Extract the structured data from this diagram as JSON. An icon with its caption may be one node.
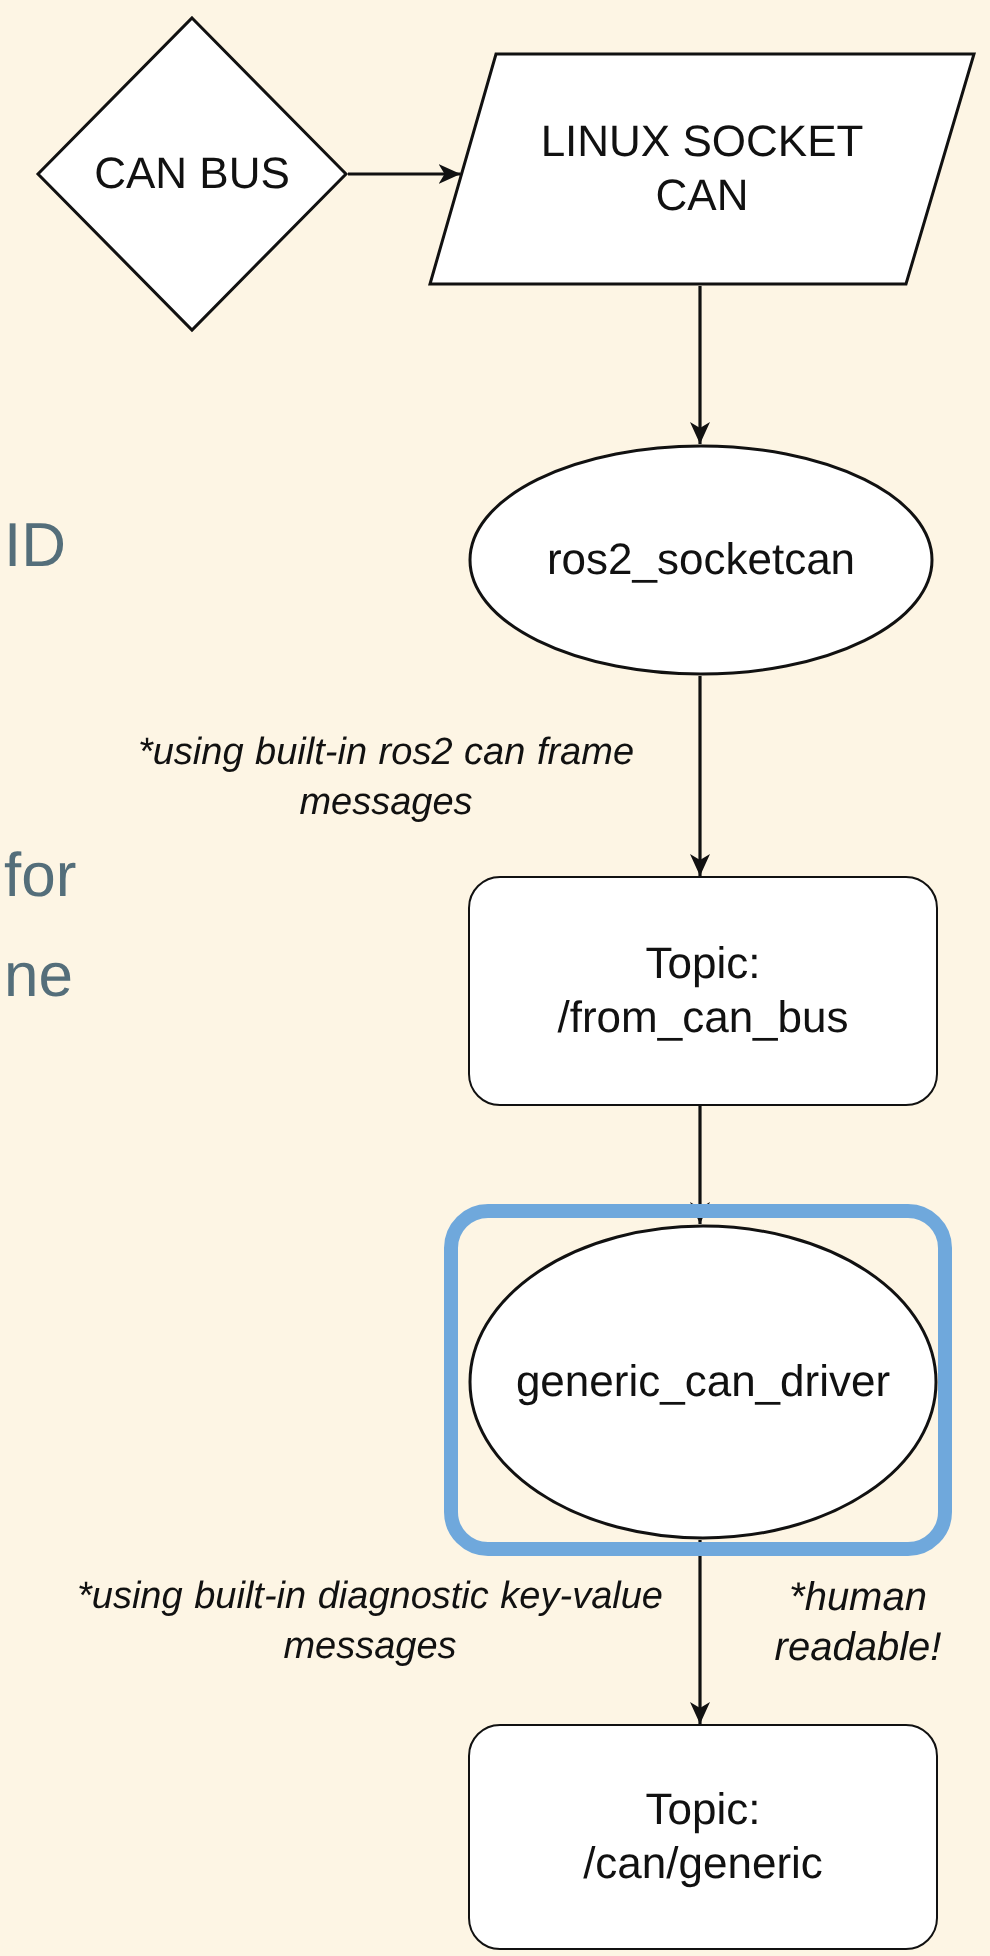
{
  "diagram": {
    "nodes": [
      {
        "text": [
          "CAN BUS"
        ]
      },
      {
        "text": [
          "LINUX SOCKET CAN"
        ]
      },
      {
        "text": [
          "ros2_socketcan"
        ]
      },
      {
        "text": [
          "Topic: /from_can_bus"
        ]
      },
      {
        "text": [],
        "shape": "box"
      },
      {
        "text": [
          "generic_can_driver"
        ],
        "in": 4
      },
      {
        "text": [
          "Topic: /can/generic"
        ]
      }
    ],
    "edges": [
      {
        "from": 0,
        "to": 1,
        "arrow": "to"
      },
      {
        "from": 1,
        "to": 2,
        "arrow": "to"
      },
      {
        "from": 2,
        "to": 3,
        "arrow": "to",
        "label": "*using built-in ros2 can frame messages"
      },
      {
        "from": 3,
        "to": 5,
        "arrow": "to"
      },
      {
        "from": 5,
        "to": 6,
        "arrow": "to",
        "label": "*using built-in diagnostic key-value messages"
      }
    ],
    "labels": [
      "ID",
      "for",
      "ne",
      "*human readable!"
    ]
  }
}
